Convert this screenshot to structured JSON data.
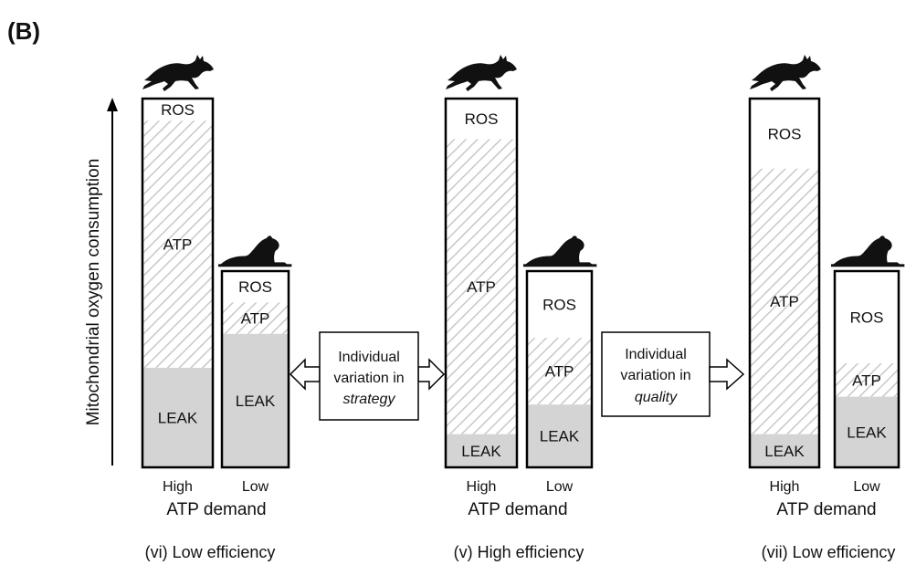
{
  "panel_label": "(B)",
  "y_axis_label": "Mitochondrial oxygen consumption",
  "segment_labels": {
    "ros": "ROS",
    "atp": "ATP",
    "leak": "LEAK"
  },
  "demand_levels": {
    "high": "High",
    "low": "Low"
  },
  "x_group_label": "ATP demand",
  "arrows": [
    {
      "line1": "Individual",
      "line2_prefix": "variation in",
      "emphasis": "strategy"
    },
    {
      "line1": "Individual",
      "line2_prefix": "variation in",
      "emphasis": "quality"
    }
  ],
  "scenarios": [
    {
      "caption": "(vi) Low efficiency",
      "high": {
        "ros": 0.06,
        "atp": 0.67,
        "leak": 0.27
      },
      "low": {
        "ros": 0.16,
        "atp": 0.16,
        "leak": 0.68
      }
    },
    {
      "caption": "(v) High efficiency",
      "high": {
        "ros": 0.11,
        "atp": 0.8,
        "leak": 0.09
      },
      "low": {
        "ros": 0.34,
        "atp": 0.34,
        "leak": 0.32
      }
    },
    {
      "caption": "(vii) Low efficiency",
      "high": {
        "ros": 0.19,
        "atp": 0.72,
        "leak": 0.09
      },
      "low": {
        "ros": 0.47,
        "atp": 0.17,
        "leak": 0.36
      }
    }
  ],
  "colors": {
    "leak_fill": "#d4d4d4",
    "hatch": "#c8c8c8",
    "outline": "#000000"
  },
  "icons": {
    "high_demand": "running-wolf-icon",
    "low_demand": "resting-dog-icon"
  }
}
